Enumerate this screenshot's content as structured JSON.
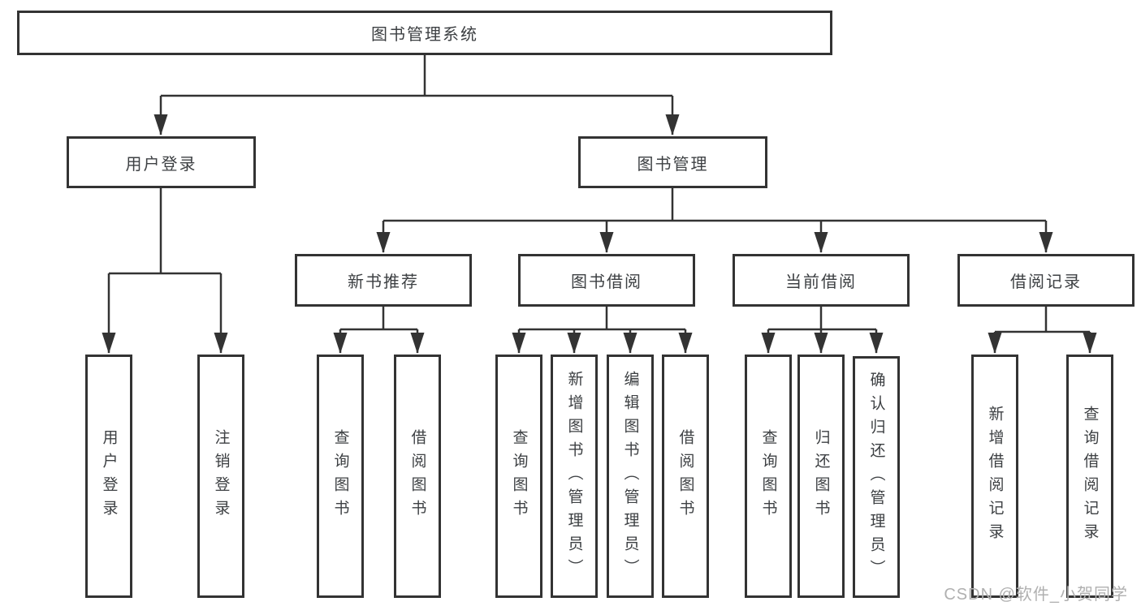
{
  "root": {
    "label": "图书管理系统"
  },
  "branches": {
    "user": {
      "label": "用户登录",
      "children": [
        "用户登录",
        "注销登录"
      ]
    },
    "management": {
      "label": "图书管理",
      "sections": {
        "recommend": {
          "label": "新书推荐",
          "children": [
            "查询图书",
            "借阅图书"
          ]
        },
        "borrowing": {
          "label": "图书借阅",
          "children": [
            "查询图书",
            "新增图书（管理员）",
            "编辑图书（管理员）",
            "借阅图书"
          ]
        },
        "current": {
          "label": "当前借阅",
          "children": [
            "查询图书",
            "归还图书",
            "确认归还（管理员）"
          ]
        },
        "records": {
          "label": "借阅记录",
          "children": [
            "新增借阅记录",
            "查询借阅记录"
          ]
        }
      }
    }
  },
  "watermark": "CSDN @软件_小贺同学",
  "colors": {
    "line": "#333333",
    "text": "#3d4043",
    "watermark": "#b0b0b0",
    "background": "#ffffff"
  }
}
